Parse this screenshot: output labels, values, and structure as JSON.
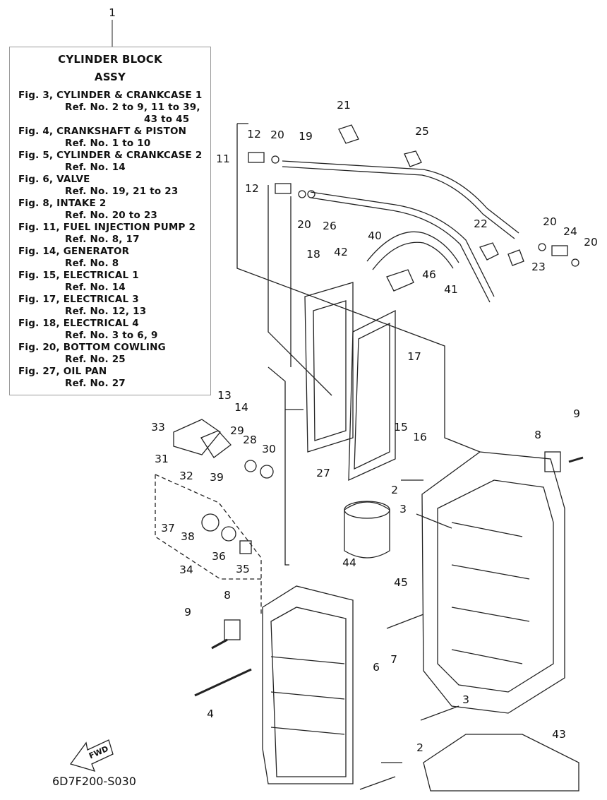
{
  "assy_number": "1",
  "legend": {
    "title_1": "CYLINDER BLOCK",
    "title_2": "ASSY",
    "lines": [
      "Fig. 3, CYLINDER & CRANKCASE 1",
      "Ref. No. 2 to 9, 11 to 39,",
      "43 to 45",
      "Fig. 4, CRANKSHAFT & PISTON",
      "Ref. No. 1 to 10",
      "Fig. 5, CYLINDER & CRANKCASE 2",
      "Ref. No. 14",
      "Fig. 6, VALVE",
      "Ref. No. 19, 21 to 23",
      "Fig. 8, INTAKE 2",
      "Ref. No. 20 to 23",
      "Fig. 11, FUEL INJECTION PUMP 2",
      "Ref. No. 8, 17",
      "Fig. 14, GENERATOR",
      "Ref. No. 8",
      "Fig. 15, ELECTRICAL 1",
      "Ref. No. 14",
      "Fig. 17, ELECTRICAL 3",
      "Ref. No. 12, 13",
      "Fig. 18, ELECTRICAL 4",
      "Ref. No. 3 to 6, 9",
      "Fig. 20, BOTTOM COWLING",
      "Ref. No. 25",
      "Fig. 27, OIL PAN",
      "Ref. No. 27"
    ]
  },
  "callouts": [
    "21",
    "12",
    "20",
    "19",
    "25",
    "11",
    "12",
    "20",
    "26",
    "40",
    "22",
    "20",
    "24",
    "20",
    "18",
    "42",
    "46",
    "23",
    "41",
    "17",
    "13",
    "14",
    "15",
    "16",
    "9",
    "33",
    "29",
    "28",
    "30",
    "8",
    "31",
    "32",
    "27",
    "39",
    "2",
    "3",
    "37",
    "38",
    "36",
    "35",
    "44",
    "45",
    "34",
    "8",
    "9",
    "6",
    "7",
    "3",
    "4",
    "2",
    "43"
  ],
  "fwd_label": "FWD",
  "drawing_code": "6D7F200-S030"
}
